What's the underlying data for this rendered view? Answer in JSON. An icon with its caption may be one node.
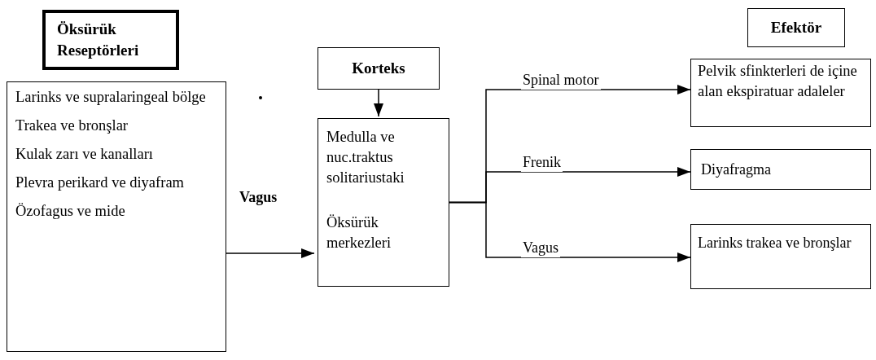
{
  "diagram": {
    "nodes": [
      {
        "text": [
          "Öksürük Reseptörleri"
        ]
      },
      {
        "text": [
          "Larinks ve supralaringeal bölge",
          "Trakea ve bronşlar",
          "Kulak zarı ve kanalları",
          "Plevra perikard ve diyafram",
          "Özofagus ve mide"
        ]
      },
      {
        "text": [
          "Korteks"
        ]
      },
      {
        "text": [
          "Medulla ve nuc.traktus solitariustaki",
          "Öksürük merkezleri"
        ]
      },
      {
        "text": [
          "Efektör"
        ]
      },
      {
        "text": [
          "Pelvik sfinkterleri de içine alan ekspiratuar adaleler"
        ]
      },
      {
        "text": [
          "Diyafragma"
        ]
      },
      {
        "text": [
          "Larinks trakea ve bronşlar"
        ]
      }
    ],
    "edges": [
      {
        "from": 1,
        "to": 3,
        "arrow": "to",
        "label": "Vagus"
      },
      {
        "from": 2,
        "to": 3,
        "arrow": "to"
      },
      {
        "from": 3,
        "to": 5,
        "arrow": "to",
        "label": "Spinal motor"
      },
      {
        "from": 3,
        "to": 6,
        "arrow": "to",
        "label": "Frenik"
      },
      {
        "from": 3,
        "to": 7,
        "arrow": "to",
        "label": "Vagus"
      }
    ]
  }
}
